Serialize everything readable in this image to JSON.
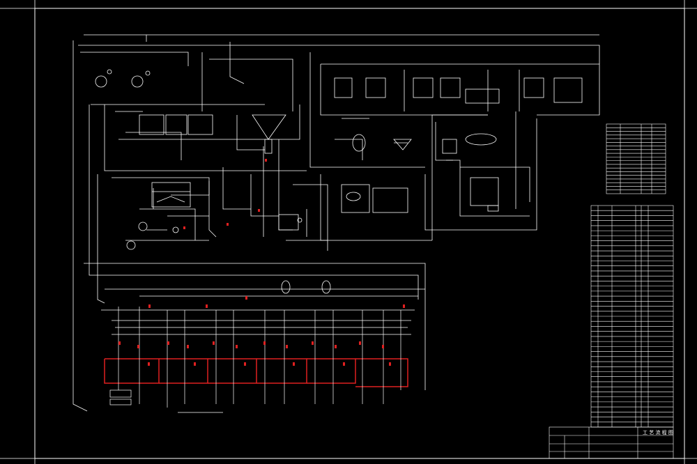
{
  "colors": {
    "background": "#000000",
    "line": "#ffffff",
    "highlight": "#e02020",
    "frame": "#ffffff"
  },
  "title_block": {
    "drawing_title": "工 艺 流 程 图"
  },
  "tables": {
    "equipment_rows": 19,
    "parts_rows": 44
  }
}
